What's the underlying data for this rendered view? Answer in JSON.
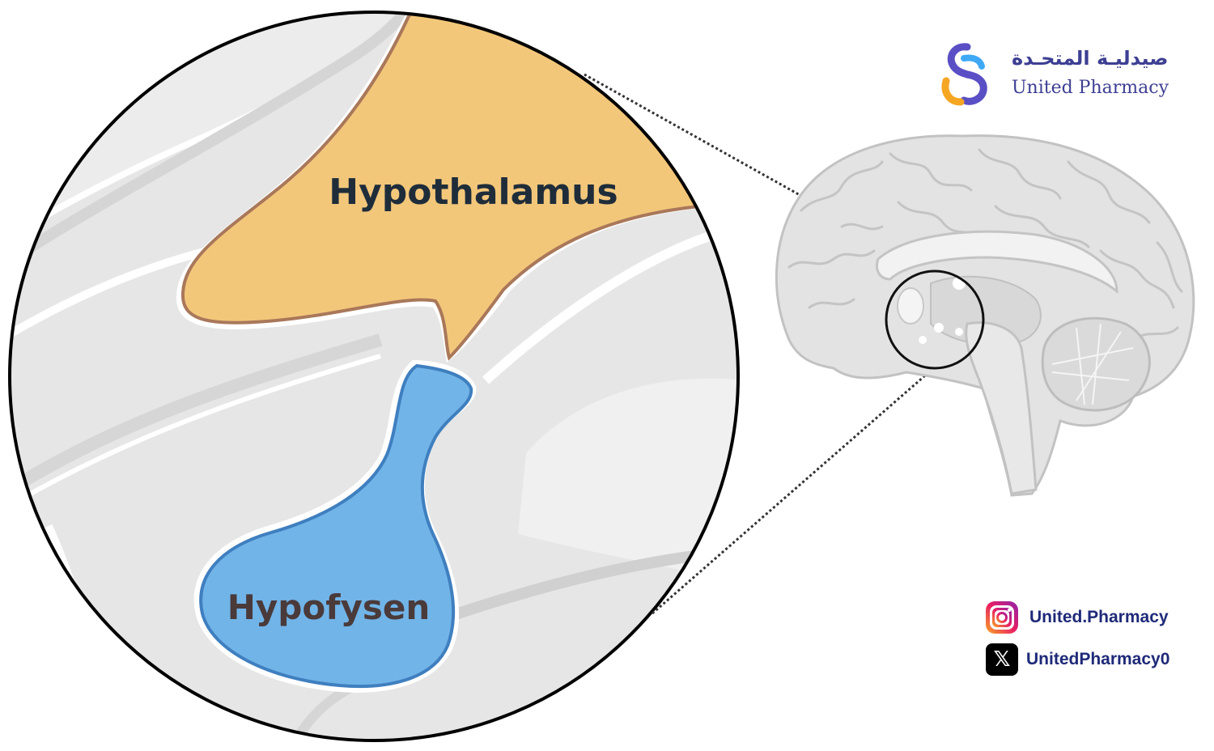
{
  "labels": {
    "hypothalamus": "Hypothalamus",
    "pituitary": "Hypofysen"
  },
  "brand": {
    "name_ar": "صيدليـة المتحـدة",
    "name_en": "United Pharmacy"
  },
  "social": {
    "instagram_handle": "United.Pharmacy",
    "x_handle": "UnitedPharmacy0",
    "instagram_icon": "instagram-icon",
    "x_icon": "x-twitter-icon"
  },
  "colors": {
    "hypothalamus_fill": "#f3c77a",
    "hypothalamus_stroke": "#a9785a",
    "pituitary_fill": "#71b4e8",
    "pituitary_stroke": "#3f7fbf",
    "label_dark": "#1f2d3a",
    "label_pituitary": "#4a3a3a",
    "brain_fill": "#e3e3e3",
    "brain_stroke": "#c2c2c2"
  }
}
